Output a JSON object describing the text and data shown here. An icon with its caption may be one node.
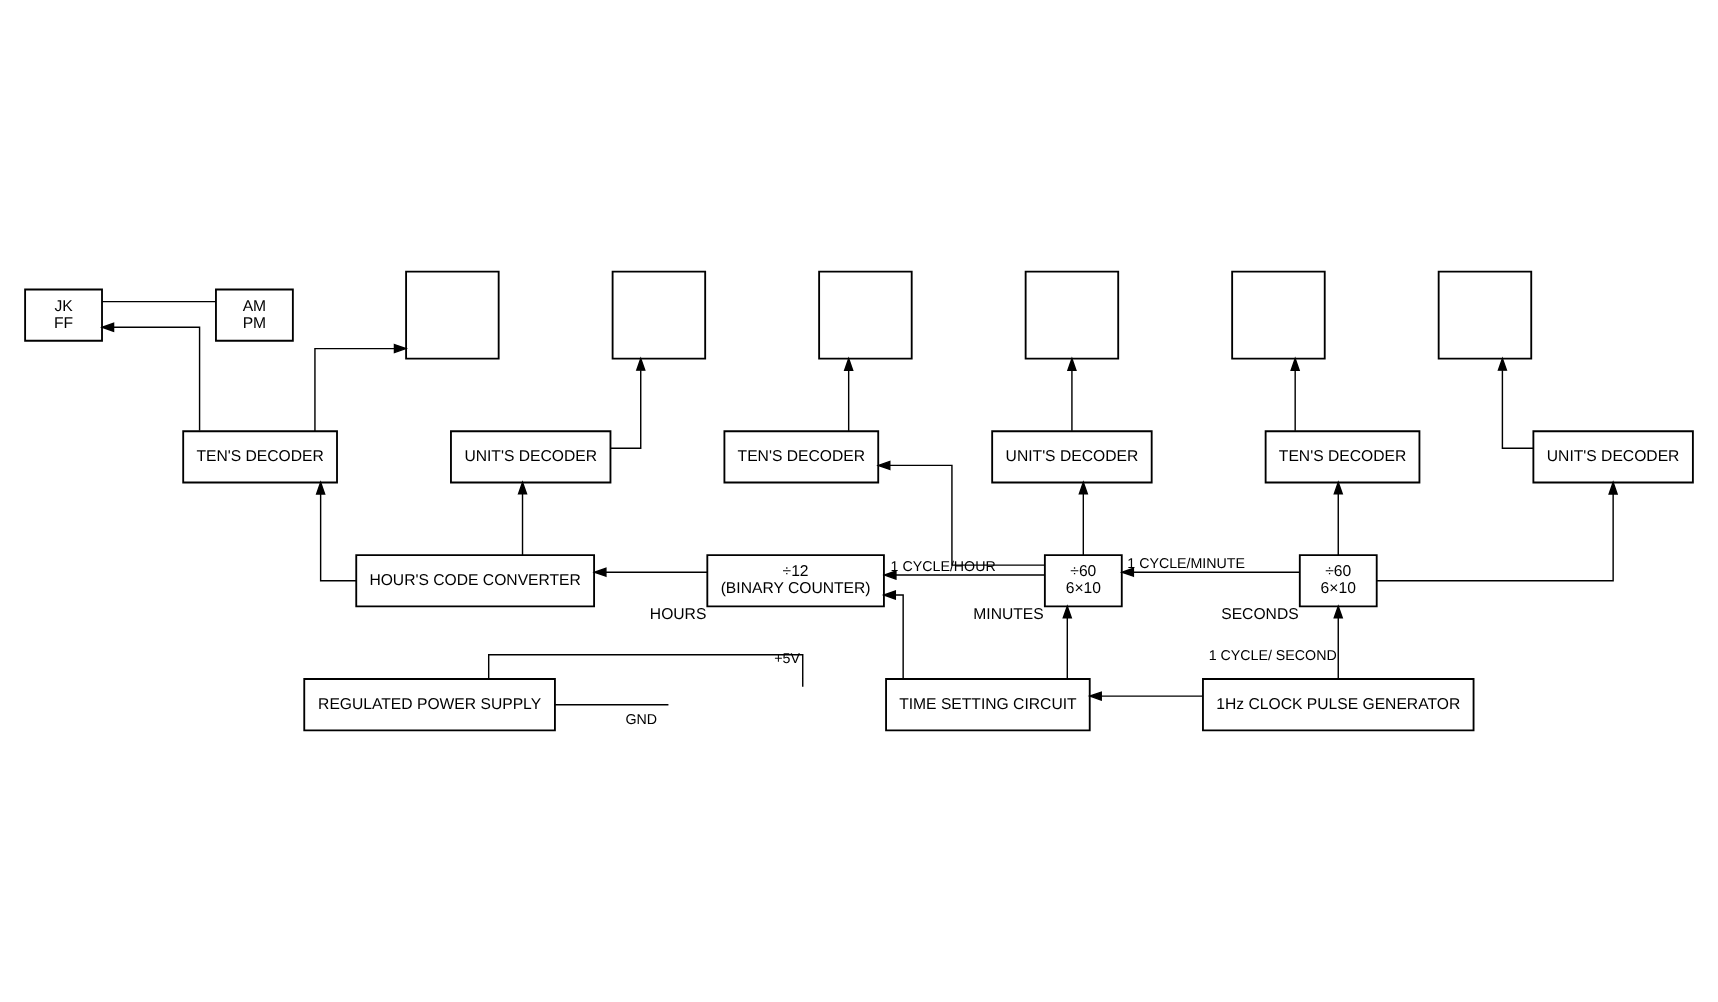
{
  "diagram": {
    "nodes": [
      {
        "text": [
          "JK",
          "FF"
        ]
      },
      {
        "text": [
          "AM",
          "PM"
        ]
      },
      {
        "text": [],
        "shape": "box"
      },
      {
        "text": [],
        "shape": "box"
      },
      {
        "text": [],
        "shape": "box"
      },
      {
        "text": [],
        "shape": "box"
      },
      {
        "text": [],
        "shape": "box"
      },
      {
        "text": [],
        "shape": "box"
      },
      {
        "text": [
          "TEN'S DECODER"
        ]
      },
      {
        "text": [
          "UNIT'S DECODER"
        ]
      },
      {
        "text": [
          "TEN'S DECODER"
        ]
      },
      {
        "text": [
          "UNIT'S DECODER"
        ]
      },
      {
        "text": [
          "TEN'S DECODER"
        ]
      },
      {
        "text": [
          "UNIT'S DECODER"
        ]
      },
      {
        "text": [
          "HOUR'S CODE CONVERTER"
        ]
      },
      {
        "text": [
          "÷12",
          "(BINARY COUNTER)"
        ],
        "beside": [
          "HOURS"
        ]
      },
      {
        "text": [
          "÷60",
          "6×10"
        ],
        "beside": [
          "MINUTES"
        ]
      },
      {
        "text": [
          "÷60",
          "6×10"
        ],
        "beside": [
          "SECONDS"
        ]
      },
      {
        "text": [
          "REGULATED POWER SUPPLY"
        ]
      },
      {
        "text": [
          "TIME SETTING CIRCUIT"
        ]
      },
      {
        "text": [
          "1Hz CLOCK PULSE GENERATOR"
        ]
      }
    ],
    "edges": [
      {
        "from": 0,
        "to": 1,
        "arrow": "none"
      },
      {
        "from": 8,
        "to": 2,
        "arrow": "to"
      },
      {
        "from": 8,
        "to": 0,
        "arrow": "to"
      },
      {
        "from": 9,
        "to": 3,
        "arrow": "to"
      },
      {
        "from": 10,
        "to": 4,
        "arrow": "to"
      },
      {
        "from": 11,
        "to": 5,
        "arrow": "to"
      },
      {
        "from": 12,
        "to": 6,
        "arrow": "to"
      },
      {
        "from": 13,
        "to": 7,
        "arrow": "to"
      },
      {
        "from": 14,
        "to": 8,
        "arrow": "to"
      },
      {
        "from": 14,
        "to": 9,
        "arrow": "to"
      },
      {
        "from": 15,
        "to": 14,
        "arrow": "to"
      },
      {
        "from": 16,
        "to": 15,
        "arrow": "to",
        "label": "1 CYCLE/HOUR"
      },
      {
        "from": 16,
        "to": 10,
        "arrow": "to"
      },
      {
        "from": 16,
        "to": 11,
        "arrow": "to"
      },
      {
        "from": 17,
        "to": 16,
        "arrow": "to",
        "label": "1 CYCLE/MINUTE"
      },
      {
        "from": 17,
        "to": 12,
        "arrow": "to"
      },
      {
        "from": 17,
        "to": 13,
        "arrow": "to"
      },
      {
        "from": 20,
        "to": 17,
        "arrow": "to",
        "label": "1 CYCLE/ SECOND"
      },
      {
        "from": 20,
        "to": 19,
        "arrow": "to"
      },
      {
        "from": 19,
        "to": 15,
        "arrow": "to"
      },
      {
        "from": 19,
        "to": 16,
        "arrow": "to"
      },
      {
        "from": 18,
        "to": null,
        "arrow": "none",
        "label": "+5V"
      },
      {
        "from": 18,
        "to": null,
        "arrow": "none",
        "label": "GND"
      }
    ]
  }
}
